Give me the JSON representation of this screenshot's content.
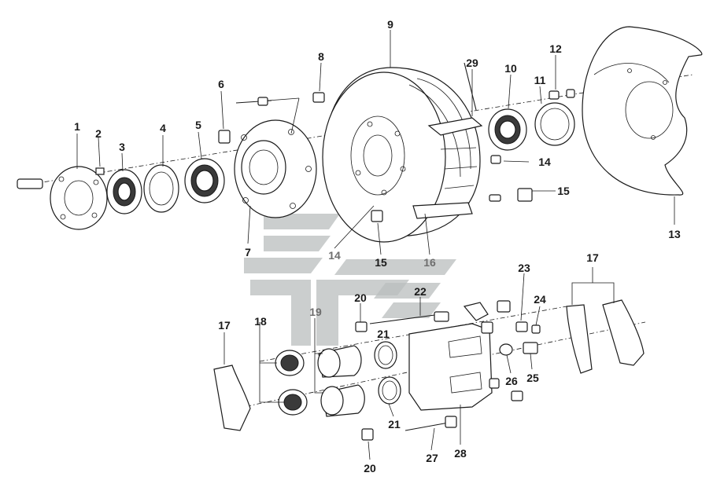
{
  "diagram": {
    "labels": [
      {
        "text": "1"
      },
      {
        "text": "2"
      },
      {
        "text": "3"
      },
      {
        "text": "4"
      },
      {
        "text": "5"
      },
      {
        "text": "6"
      },
      {
        "text": "7"
      },
      {
        "text": "8"
      },
      {
        "text": "9"
      },
      {
        "text": "29"
      },
      {
        "text": "10"
      },
      {
        "text": "11"
      },
      {
        "text": "12"
      },
      {
        "text": "13"
      },
      {
        "text": "14"
      },
      {
        "text": "15"
      },
      {
        "text": "14"
      },
      {
        "text": "15"
      },
      {
        "text": "16"
      },
      {
        "text": "17"
      },
      {
        "text": "18"
      },
      {
        "text": "19"
      },
      {
        "text": "20"
      },
      {
        "text": "22"
      },
      {
        "text": "23"
      },
      {
        "text": "24"
      },
      {
        "text": "17"
      },
      {
        "text": "26"
      },
      {
        "text": "25"
      },
      {
        "text": "21"
      },
      {
        "text": "21"
      },
      {
        "text": "27"
      },
      {
        "text": "28"
      },
      {
        "text": "20"
      }
    ]
  },
  "colors": {
    "line": "#1a1a1a",
    "watermark": "#b9bdbd",
    "background": "#ffffff"
  }
}
